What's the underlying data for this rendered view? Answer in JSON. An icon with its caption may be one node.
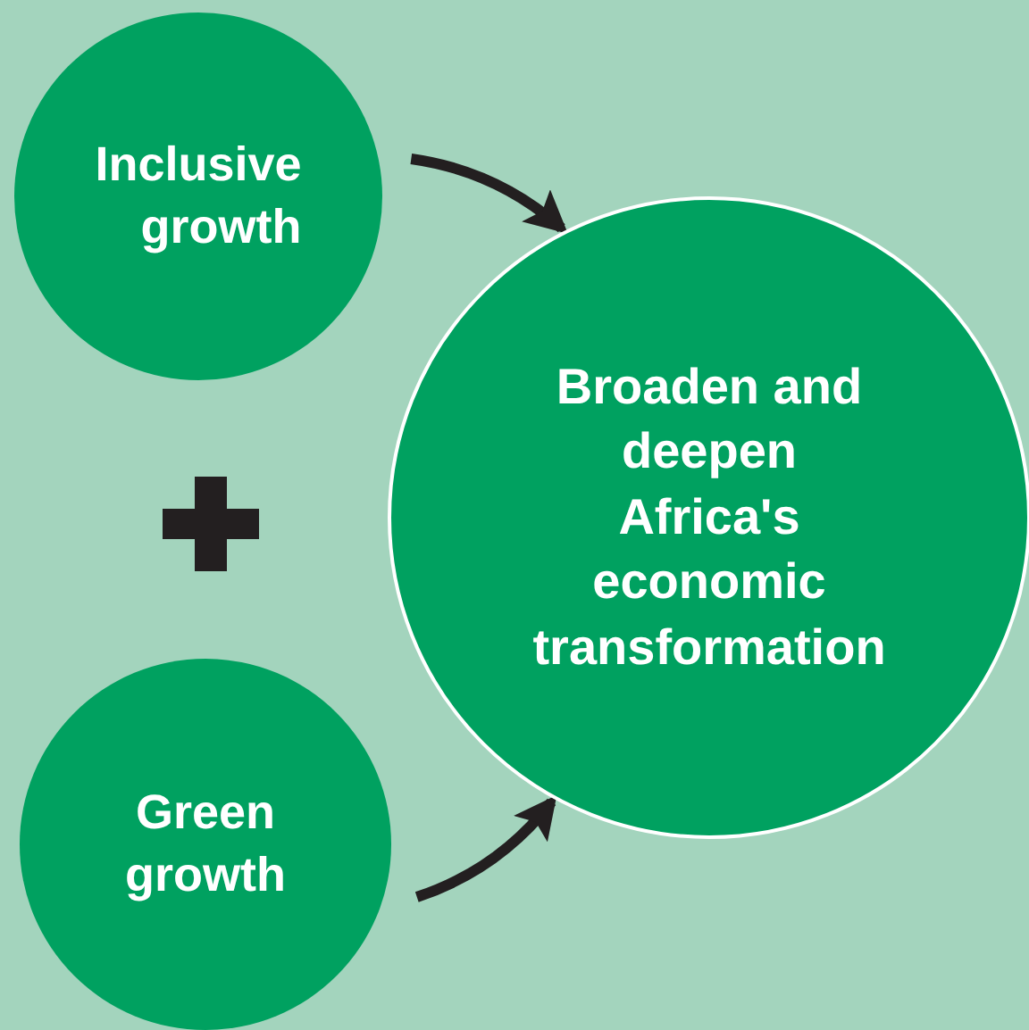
{
  "diagram": {
    "nodes": [
      {
        "text": [
          "Inclusive growth"
        ]
      },
      {
        "text": [
          "Broaden and deepen Africa's economic transformation"
        ]
      },
      {
        "text": [
          "Green growth"
        ]
      }
    ],
    "edges": [
      {
        "from": 0,
        "to": 1,
        "arrow": "to"
      },
      {
        "from": 2,
        "to": 1,
        "arrow": "to"
      }
    ]
  }
}
